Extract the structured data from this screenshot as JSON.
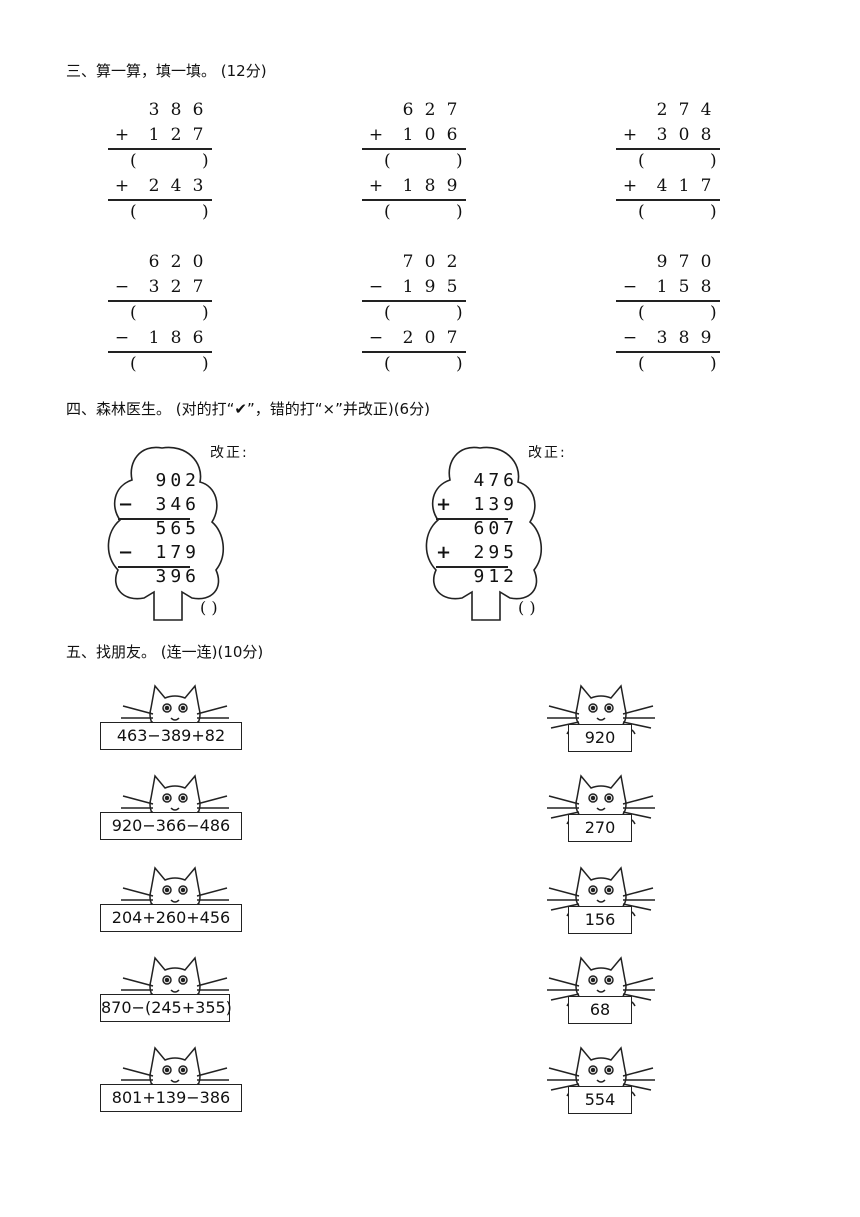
{
  "section3": {
    "title": "三、算一算，填一填。 (12分)",
    "problems": [
      {
        "a": "3 8 6",
        "op1": "+",
        "b": "1 2 7",
        "op2": "+",
        "c": "2 4 3"
      },
      {
        "a": "6 2 7",
        "op1": "+",
        "b": "1 0 6",
        "op2": "+",
        "c": "1 8 9"
      },
      {
        "a": "2 7 4",
        "op1": "+",
        "b": "3 0 8",
        "op2": "+",
        "c": "4 1 7"
      },
      {
        "a": "6 2 0",
        "op1": "−",
        "b": "3 2 7",
        "op2": "−",
        "c": "1 8 6"
      },
      {
        "a": "7 0 2",
        "op1": "−",
        "b": "1 9 5",
        "op2": "−",
        "c": "2 0 7"
      },
      {
        "a": "9 7 0",
        "op1": "−",
        "b": "1 5 8",
        "op2": "−",
        "c": "3 8 9"
      }
    ],
    "paren_open": "(",
    "paren_close": ")"
  },
  "section4": {
    "title": "四、森林医生。 (对的打“✔”，错的打“×”并改正)(6分)",
    "correction_label": "改正:",
    "judge_box": "(    )",
    "trees": [
      {
        "n1": "902",
        "op1": "−",
        "n2": "346",
        "r1": "565",
        "op2": "−",
        "n3": "179",
        "r2": "396"
      },
      {
        "n1": "476",
        "op1": "+",
        "n2": "139",
        "r1": "607",
        "op2": "+",
        "n3": "295",
        "r2": "912"
      }
    ]
  },
  "section5": {
    "title": "五、找朋友。 (连一连)(10分)",
    "left": [
      "463−389+82",
      "920−366−486",
      "204+260+456",
      "870−(245+355)",
      "801+139−386"
    ],
    "right": [
      "920",
      "270",
      "156",
      "68",
      "554"
    ]
  }
}
